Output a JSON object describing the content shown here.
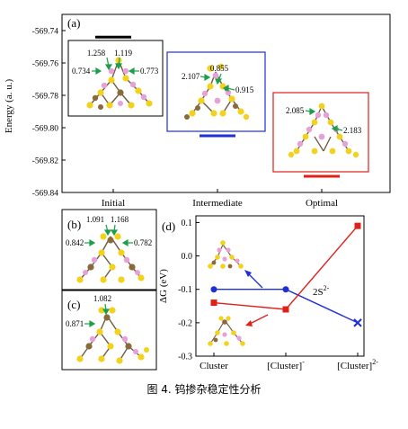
{
  "chart_data": [
    {
      "panel": "(a)",
      "type": "scatter",
      "ylabel": "Energy (a. u.)",
      "yticks": [
        "-569.74",
        "-569.76",
        "-569.78",
        "-569.80",
        "-569.82",
        "-569.84"
      ],
      "ylim": [
        -569.84,
        -569.73
      ],
      "categories": [
        "Initial",
        "Intermediate",
        "Optimal"
      ],
      "levels": [
        {
          "category": "Initial",
          "energy": -569.744,
          "color": "#000000"
        },
        {
          "category": "Intermediate",
          "energy": -569.805,
          "color": "#1f2fd6"
        },
        {
          "category": "Optimal",
          "energy": -569.83,
          "color": "#e0201a"
        }
      ],
      "structures": [
        {
          "category": "Initial",
          "bond_labels": [
            "1.258",
            "1.119",
            "0.734",
            "0.773"
          ],
          "frame_color": "#000000"
        },
        {
          "category": "Intermediate",
          "bond_labels": [
            "0.855",
            "2.107",
            "0.915"
          ],
          "frame_color": "#1f2fd6"
        },
        {
          "category": "Optimal",
          "bond_labels": [
            "2.085",
            "2.183"
          ],
          "frame_color": "#e0201a"
        }
      ]
    },
    {
      "panel": "(b)",
      "type": "other",
      "bond_labels": [
        "1.091",
        "1.168",
        "0.842",
        "0.782"
      ]
    },
    {
      "panel": "(c)",
      "type": "other",
      "bond_labels": [
        "1.082",
        "0.871"
      ]
    },
    {
      "panel": "(d)",
      "type": "line",
      "ylabel": "ΔG (eV)",
      "categories": [
        "Cluster",
        "[Cluster]-",
        "[Cluster]2-"
      ],
      "ylim": [
        -0.3,
        0.12
      ],
      "yticks": [
        "0.1",
        "0.0",
        "-0.1",
        "-0.2",
        "-0.3"
      ],
      "annotation": "2S2-",
      "series": [
        {
          "values": [
            -0.1,
            -0.1,
            -0.2
          ],
          "color": "#1f2fd6",
          "marker": "circle",
          "last_marker": "x"
        },
        {
          "values": [
            -0.14,
            -0.16,
            0.09
          ],
          "color": "#e0201a",
          "marker": "square"
        }
      ]
    }
  ],
  "caption": "图 4.  钨掺杂稳定性分析",
  "colors": {
    "sulfur": "#f2d21c",
    "tungsten": "#e8a0d8",
    "metal": "#8a6a3a",
    "arrow": "#1aa04a"
  }
}
